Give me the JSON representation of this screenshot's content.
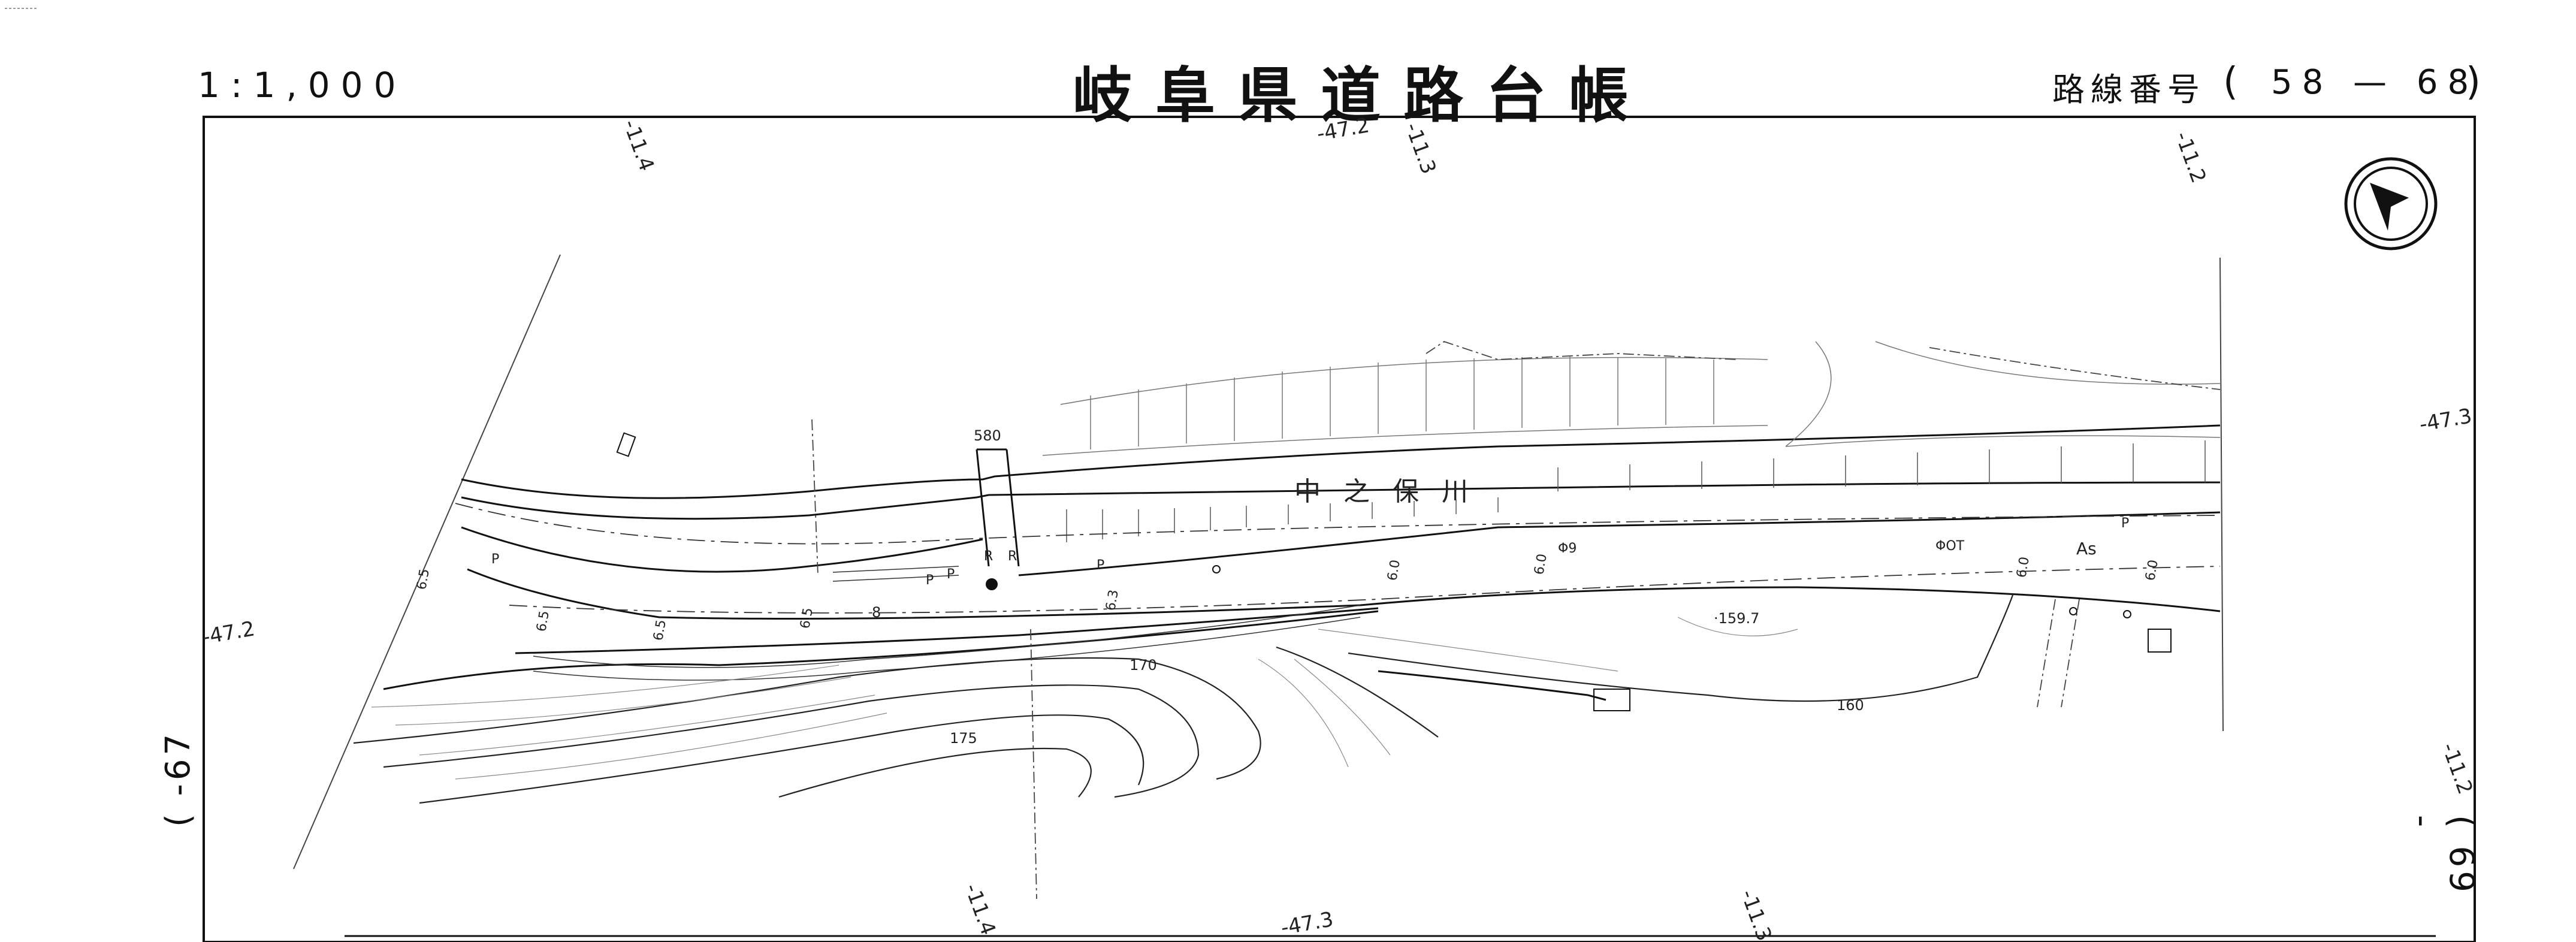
{
  "header": {
    "scale": "1:1,000",
    "title": "岐阜県道路台帳",
    "route_label": "路線番号",
    "route_number": "58 — 68"
  },
  "margins": {
    "left_sheet": "(  -67",
    "right_sheet": "(  69 -"
  },
  "map": {
    "river_name": "中之保川",
    "grid_labels": [
      {
        "text": "-47.2",
        "name": "grid-label-47-2-top"
      },
      {
        "text": "-11.3",
        "name": "grid-label-11-3-top"
      },
      {
        "text": "-11.4",
        "name": "grid-label-11-4-top"
      },
      {
        "text": "-11.2",
        "name": "grid-label-11-2-top"
      },
      {
        "text": "-47.3",
        "name": "grid-label-47-3-right"
      },
      {
        "text": "-47.2",
        "name": "grid-label-47-2-left"
      },
      {
        "text": "-11.4",
        "name": "grid-label-11-4-bottom"
      },
      {
        "text": "-47.3",
        "name": "grid-label-47-3-bottom"
      },
      {
        "text": "-11.3",
        "name": "grid-label-11-3-bottom"
      },
      {
        "text": "-11.2",
        "name": "grid-label-11-2-right"
      }
    ],
    "contour_labels": [
      "170",
      "175",
      "160"
    ],
    "spot_elevation": "·159.7",
    "bridge_label": "580",
    "surface_label": "As",
    "widths": [
      "6.5",
      "6.5",
      "6.5",
      "6.5",
      "6.3",
      "6.0",
      "6.0",
      "6.0",
      "6.0",
      "8"
    ],
    "utility_labels": [
      "P",
      "P",
      "P",
      "P",
      "P",
      "R",
      "R",
      "ΦOT",
      "Φ9"
    ],
    "north_arrow": "north-arrow-icon"
  }
}
